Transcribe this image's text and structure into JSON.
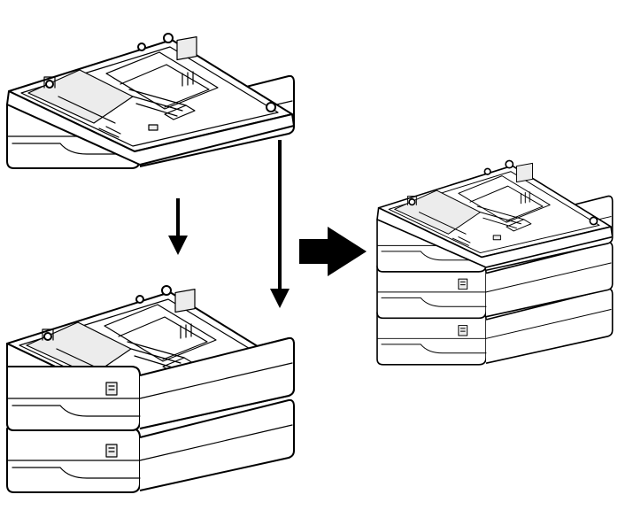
{
  "figure": {
    "description_text": "",
    "components": [
      {
        "id": "top-tray-unit",
        "role": "tray unit being lowered"
      },
      {
        "id": "lower-stack",
        "tray_count": 2
      },
      {
        "id": "assembled-stack",
        "tray_count": 3
      }
    ],
    "arrows": [
      {
        "id": "short-down-arrow",
        "direction": "down"
      },
      {
        "id": "long-down-arrow",
        "direction": "down"
      },
      {
        "id": "result-arrow",
        "direction": "right"
      }
    ],
    "colors": {
      "line": "#000000",
      "background": "#ffffff",
      "shade": "#ececec"
    }
  }
}
